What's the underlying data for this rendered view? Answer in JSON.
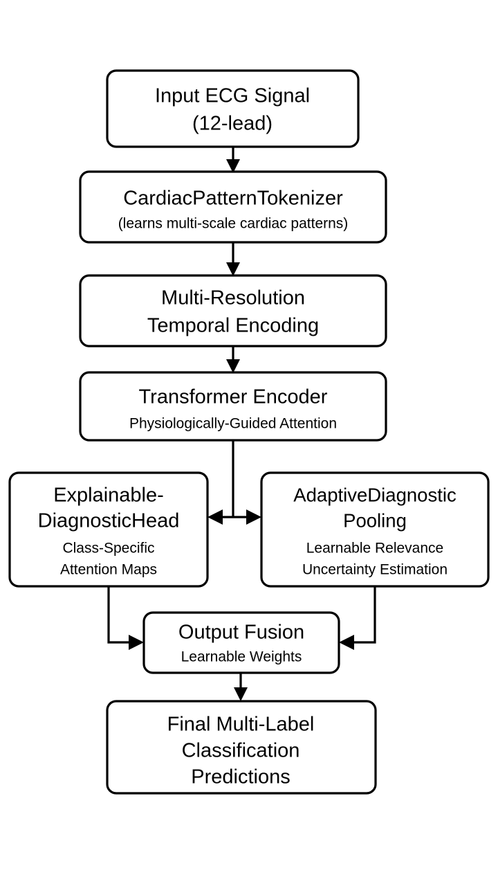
{
  "diagram": {
    "background_color": "#ffffff",
    "stroke_color": "#000000",
    "title_font_size": 29,
    "subtitle_font_size": 21,
    "nodes": {
      "input": {
        "title_line1": "Input ECG Signal",
        "title_line2": "(12-lead)"
      },
      "tokenizer": {
        "title": "CardiacPatternTokenizer",
        "subtitle": "(learns multi-scale cardiac patterns)"
      },
      "encoding": {
        "title_line1": "Multi-Resolution",
        "title_line2": "Temporal Encoding"
      },
      "transformer": {
        "title": "Transformer Encoder",
        "subtitle": "Physiologically-Guided Attention"
      },
      "explainable_head": {
        "title_line1": "Explainable-",
        "title_line2": "DiagnosticHead",
        "subtitle_line1": "Class-Specific",
        "subtitle_line2": "Attention Maps"
      },
      "adaptive_pooling": {
        "title_line1": "AdaptiveDiagnostic",
        "title_line2": "Pooling",
        "subtitle_line1": "Learnable Relevance",
        "subtitle_line2": "Uncertainty Estimation"
      },
      "output_fusion": {
        "title": "Output Fusion",
        "subtitle": "Learnable Weights"
      },
      "final": {
        "title_line1": "Final Multi-Label",
        "title_line2": "Classification",
        "title_line3": "Predictions"
      }
    }
  }
}
